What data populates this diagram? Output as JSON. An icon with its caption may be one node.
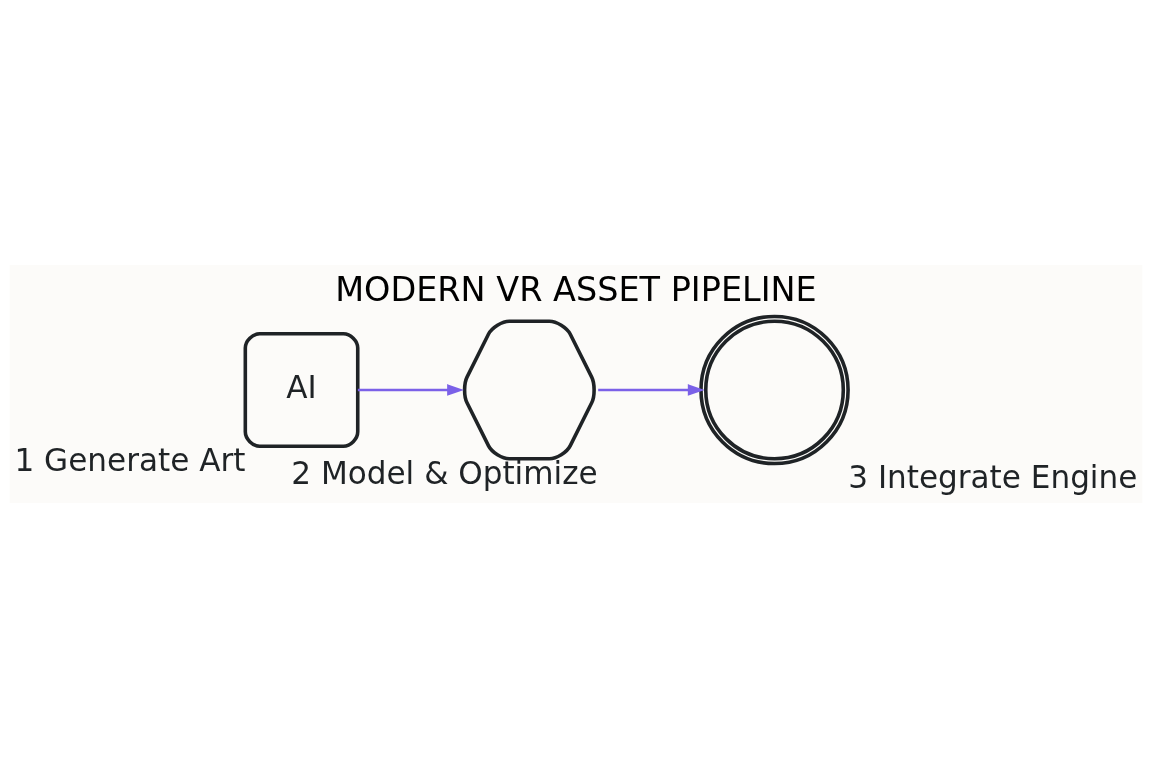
{
  "diagram": {
    "title": "MODERN VR ASSET PIPELINE",
    "nodes": [
      {
        "text": [
          "AI"
        ],
        "beside": [
          "1 Generate Art"
        ]
      },
      {
        "text": [],
        "shape": "cube",
        "beside": [
          "2 Model & Optimize"
        ]
      },
      {
        "text": [],
        "shape": "gear",
        "beside": [
          "3 Integrate Engine"
        ]
      }
    ],
    "edges": [
      {
        "from": 0,
        "to": 1,
        "arrow": "to"
      },
      {
        "from": 1,
        "to": 2,
        "arrow": "to"
      }
    ]
  }
}
